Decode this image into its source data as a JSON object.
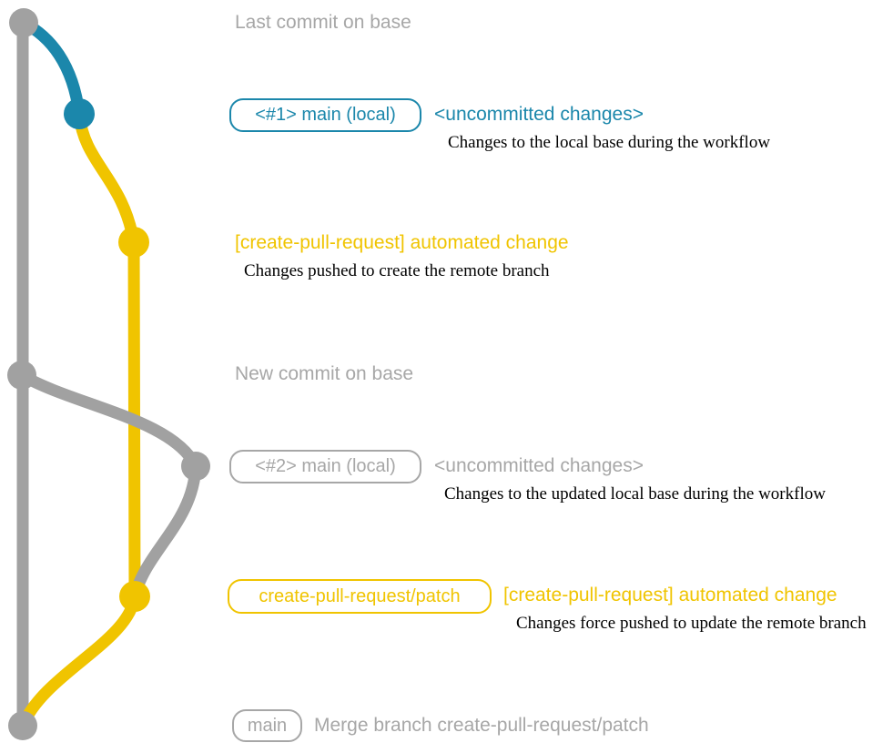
{
  "colors": {
    "blue": "#1b87ab",
    "yellow": "#f0c400",
    "gray": "#a1a1a1",
    "gray_text": "#a7a7a7",
    "description_text": "#000000",
    "background": "#ffffff"
  },
  "graph": {
    "type": "git-graph",
    "branches": [
      {
        "name": "base",
        "color": "#a1a1a1"
      },
      {
        "name": "main (local)",
        "color": "#1b87ab"
      },
      {
        "name": "create-pull-request/patch",
        "color": "#f0c400"
      },
      {
        "name": "main (local) updated",
        "color": "#a1a1a1"
      }
    ],
    "commits": [
      {
        "node": "last-commit-on-base",
        "branch": "base"
      },
      {
        "node": "uncommitted-changes-1",
        "branch": "main (local)"
      },
      {
        "node": "automated-change-1",
        "branch": "create-pull-request/patch"
      },
      {
        "node": "new-commit-on-base",
        "branch": "base"
      },
      {
        "node": "uncommitted-changes-2",
        "branch": "main (local) updated"
      },
      {
        "node": "automated-change-2",
        "branch": "create-pull-request/patch"
      },
      {
        "node": "merge-commit",
        "branch": "base"
      }
    ]
  },
  "annotations": {
    "last_commit": "Last commit on base",
    "commit_1": {
      "branch_label": "<#1> main (local)",
      "message": "<uncommitted changes>",
      "note": "Changes to the local base during the workflow"
    },
    "commit_2": {
      "message": "[create-pull-request] automated change",
      "note": "Changes pushed to create the remote branch"
    },
    "new_commit": "New commit on base",
    "commit_3": {
      "branch_label": "<#2> main (local)",
      "message": "<uncommitted changes>",
      "note": "Changes to the updated local base during the workflow"
    },
    "commit_4": {
      "branch_label": "create-pull-request/patch",
      "message": "[create-pull-request] automated change",
      "note": "Changes force pushed to update the remote branch"
    },
    "merge_commit": {
      "branch_label": "main",
      "message": "Merge branch create-pull-request/patch"
    }
  }
}
